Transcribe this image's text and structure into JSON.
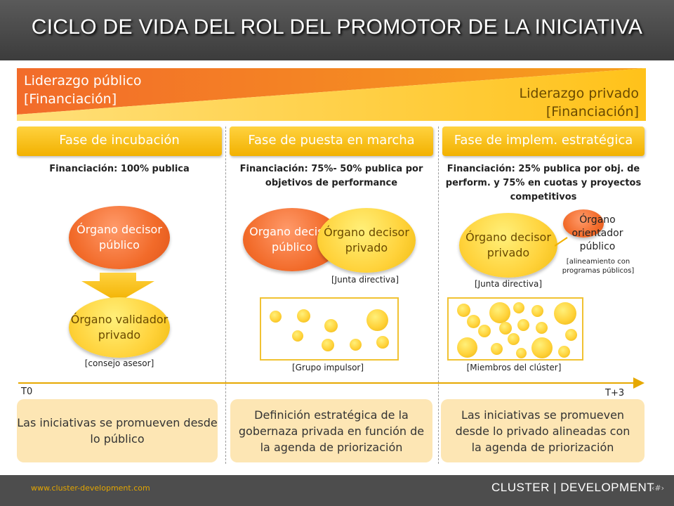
{
  "title": "CICLO DE VIDA DEL ROL DEL PROMOTOR DE LA INICIATIVA",
  "leadership": {
    "public_line1": "Liderazgo público",
    "public_line2": "[Financiación]",
    "private_line1": "Liderazgo privado",
    "private_line2": "[Financiación]"
  },
  "phases": [
    {
      "label": "Fase de incubación",
      "funding": "Financiación: 100% publica",
      "summary": "Las iniciativas se promueven desde lo público"
    },
    {
      "label": "Fase de puesta en marcha",
      "funding": "Financiación: 75%- 50% publica por objetivos de performance",
      "summary": "Definición estratégica de la gobernaza privada en función de la agenda de priorización"
    },
    {
      "label": "Fase de implem. estratégica",
      "funding": "Financiación: 25% publica por obj. de perform. y 75% en cuotas y proyectos competitivos",
      "summary": "Las iniciativas se promueven desde lo privado alineadas con la agenda de priorización"
    }
  ],
  "organs": {
    "phase1_public": "Órgano decisor público",
    "phase1_validator": "Órgano validador privado",
    "phase1_caption": "[consejo asesor]",
    "phase2_public": "Organo decisor público",
    "phase2_private": "Órgano decisor privado",
    "phase2_caption": "[Junta directiva]",
    "phase2_group_caption": "[Grupo impulsor]",
    "phase3_private": "Órgano decisor privado",
    "phase3_private_caption": "[Junta directiva]",
    "phase3_orienter": "Órgano orientador público",
    "phase3_orienter_note": "[alineamiento con programas públicos]",
    "phase3_group_caption": "[Miembros del clúster]"
  },
  "timeline": {
    "start": "T0",
    "end": "T+3"
  },
  "footer": {
    "url": "www.cluster-development.com",
    "brand": "CLUSTER | DEVELOPMENT",
    "page": "‹#›"
  },
  "colors": {
    "orange": "#f26b2a",
    "yellow": "#ffd23a",
    "accent": "#f2b100",
    "summary_bg": "#fde6b4"
  }
}
